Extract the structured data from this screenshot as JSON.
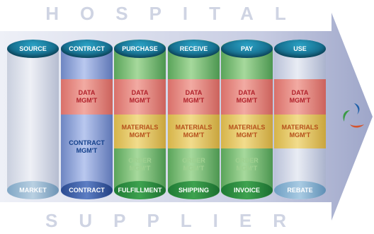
{
  "header": {
    "title": "HOSPITAL"
  },
  "footer": {
    "title": "SUPPLIER"
  },
  "columns": [
    {
      "top": "SOURCE",
      "bottom": "MARKET",
      "bands": []
    },
    {
      "top": "CONTRACT",
      "bottom": "CONTRACT",
      "bands": [
        "DATA\nMGM'T",
        "CONTRACT\nMGM'T"
      ]
    },
    {
      "top": "PURCHASE",
      "bottom": "FULFILLMENT",
      "bands": [
        "DATA\nMGM'T",
        "MATERIALS\nMGM'T",
        "ORDER\nMGM'T"
      ]
    },
    {
      "top": "RECEIVE",
      "bottom": "SHIPPING",
      "bands": [
        "DATA\nMGM'T",
        "MATERIALS\nMGM'T",
        "ORDER\nMGM'T"
      ]
    },
    {
      "top": "PAY",
      "bottom": "INVOICE",
      "bands": [
        "DATA\nMGM'T",
        "MATERIALS\nMGM'T",
        "ORDER\nMGM'T"
      ]
    },
    {
      "top": "USE",
      "bottom": "REBATE",
      "bands": [
        "DATA\nMGM'T",
        "MATERIALS\nMGM'T"
      ]
    }
  ],
  "colors": {
    "data": "#e98a80",
    "materials": "#e8cf6a",
    "order": "#8cc47a",
    "contract_band": "#8aa2d8",
    "cap_dark": "#0c5a78",
    "arrow": "#b9bfd9"
  }
}
